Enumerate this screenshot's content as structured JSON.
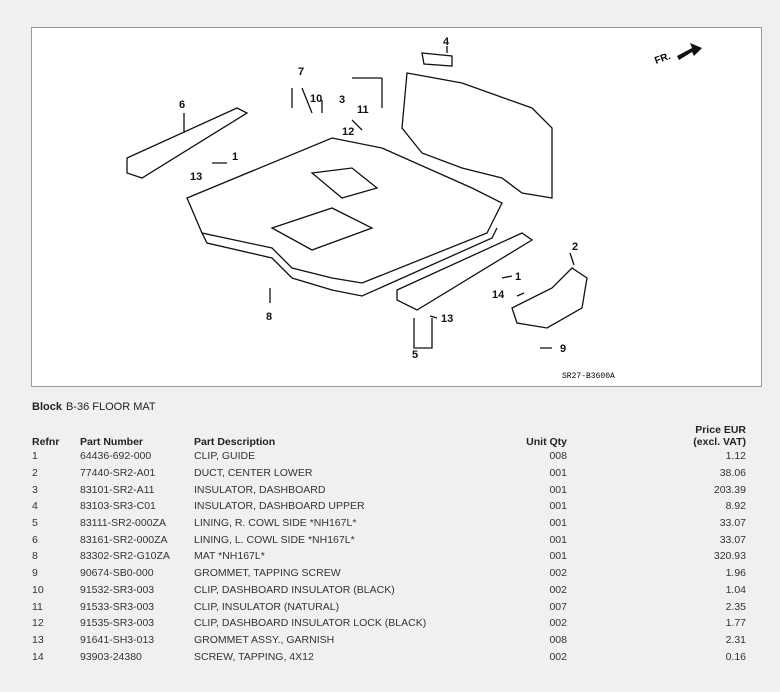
{
  "diagram": {
    "code": "SR27-B3600A",
    "direction_label": "FR.",
    "callouts": [
      "1",
      "2",
      "3",
      "4",
      "5",
      "6",
      "7",
      "8",
      "9",
      "10",
      "11",
      "12",
      "13",
      "14",
      "1",
      "13"
    ]
  },
  "block": {
    "label": "Block",
    "value": "B-36 FLOOR MAT"
  },
  "table": {
    "headers": {
      "refnr": "Refnr",
      "part_number": "Part Number",
      "description": "Part Description",
      "unit_qty": "Unit Qty",
      "price_line1": "Price EUR",
      "price_line2": "(excl. VAT)"
    },
    "rows": [
      {
        "refnr": "1",
        "part_number": "64436-692-000",
        "description": "CLIP, GUIDE",
        "qty": "008",
        "price": "1.12"
      },
      {
        "refnr": "2",
        "part_number": "77440-SR2-A01",
        "description": "DUCT, CENTER LOWER",
        "qty": "001",
        "price": "38.06"
      },
      {
        "refnr": "3",
        "part_number": "83101-SR2-A11",
        "description": "INSULATOR, DASHBOARD",
        "qty": "001",
        "price": "203.39"
      },
      {
        "refnr": "4",
        "part_number": "83103-SR3-C01",
        "description": "INSULATOR, DASHBOARD UPPER",
        "qty": "001",
        "price": "8.92"
      },
      {
        "refnr": "5",
        "part_number": "83111-SR2-000ZA",
        "description": "LINING, R. COWL SIDE *NH167L*",
        "qty": "001",
        "price": "33.07"
      },
      {
        "refnr": "6",
        "part_number": "83161-SR2-000ZA",
        "description": "LINING, L. COWL SIDE *NH167L*",
        "qty": "001",
        "price": "33.07"
      },
      {
        "refnr": "8",
        "part_number": "83302-SR2-G10ZA",
        "description": "MAT *NH167L*",
        "qty": "001",
        "price": "320.93"
      },
      {
        "refnr": "9",
        "part_number": "90674-SB0-000",
        "description": "GROMMET, TAPPING SCREW",
        "qty": "002",
        "price": "1.96"
      },
      {
        "refnr": "10",
        "part_number": "91532-SR3-003",
        "description": "CLIP, DASHBOARD INSULATOR (BLACK)",
        "qty": "002",
        "price": "1.04"
      },
      {
        "refnr": "11",
        "part_number": "91533-SR3-003",
        "description": "CLIP, INSULATOR (NATURAL)",
        "qty": "007",
        "price": "2.35"
      },
      {
        "refnr": "12",
        "part_number": "91535-SR3-003",
        "description": "CLIP, DASHBOARD INSULATOR LOCK (BLACK)",
        "qty": "002",
        "price": "1.77"
      },
      {
        "refnr": "13",
        "part_number": "91641-SH3-013",
        "description": "GROMMET ASSY., GARNISH",
        "qty": "008",
        "price": "2.31"
      },
      {
        "refnr": "14",
        "part_number": "93903-24380",
        "description": "SCREW, TAPPING, 4X12",
        "qty": "002",
        "price": "0.16"
      }
    ]
  }
}
